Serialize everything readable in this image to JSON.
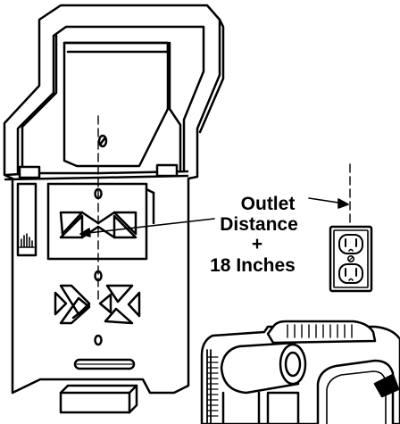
{
  "callout": {
    "line1": "Outlet",
    "line2": "Distance",
    "line3": "+",
    "line4": "18 Inches"
  },
  "colors": {
    "ink": "#000000",
    "paper": "#ffffff"
  }
}
